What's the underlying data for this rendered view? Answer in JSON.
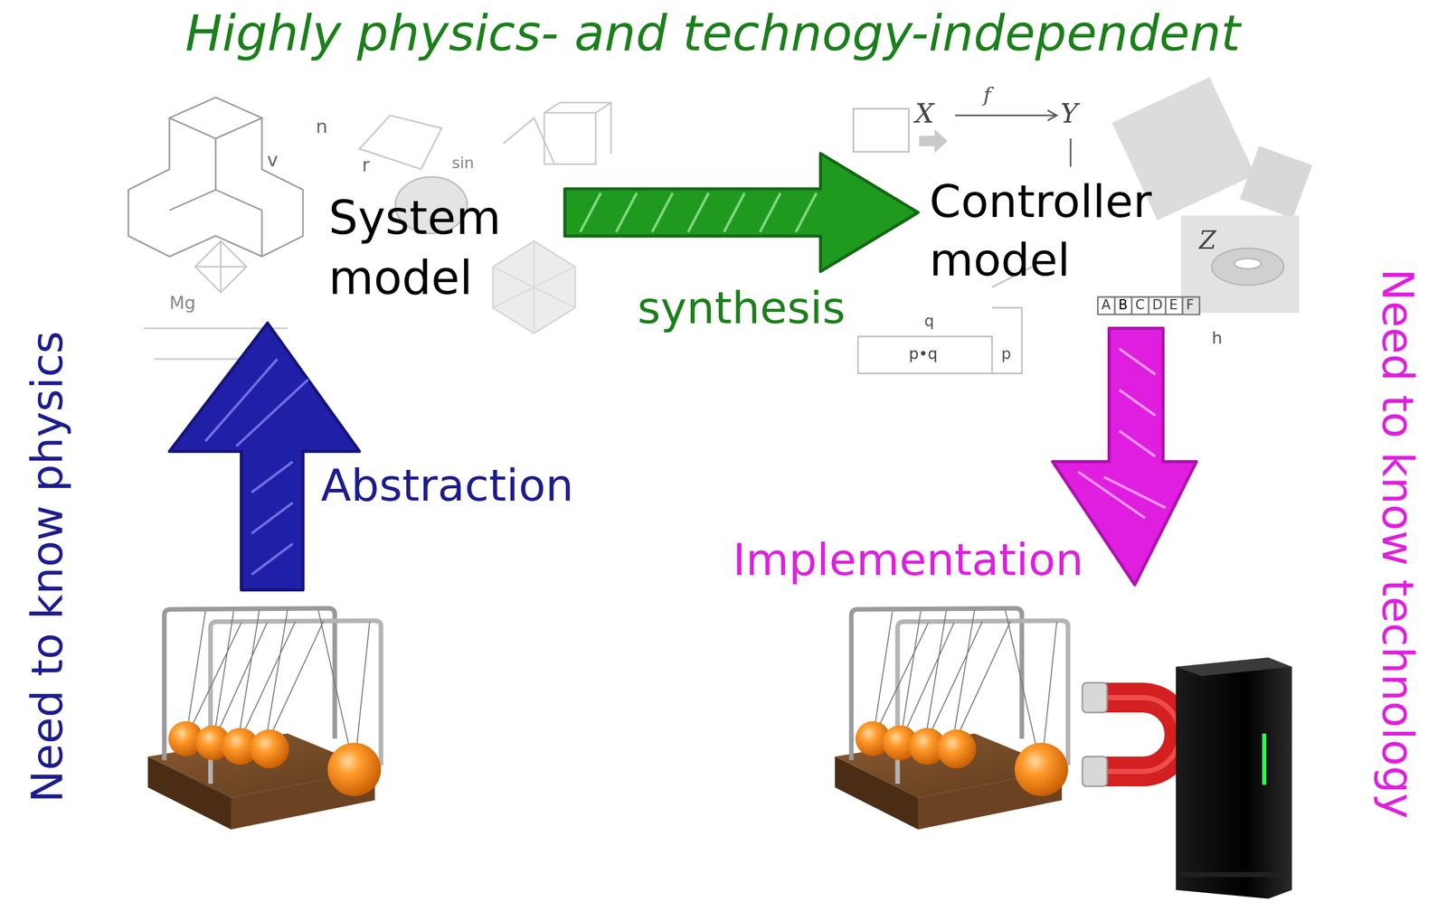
{
  "diagram": {
    "title": "Highly physics- and technogy-independent",
    "nodes": [
      {
        "text": [
          "System model"
        ]
      },
      {
        "text": [
          "Controller model"
        ]
      }
    ],
    "edges": [
      {
        "from": 0,
        "to": 1,
        "arrow": "to",
        "label": "synthesis"
      }
    ],
    "labels": [
      "Abstraction",
      "Implementation",
      "Need to know physics",
      "Need to know technology",
      "v",
      "n",
      "r",
      "sin",
      "Mg",
      "X",
      "f",
      "Y",
      "Z",
      "q",
      "p•q",
      "p",
      "h",
      "A",
      "B",
      "C",
      "D",
      "E",
      "F"
    ]
  }
}
